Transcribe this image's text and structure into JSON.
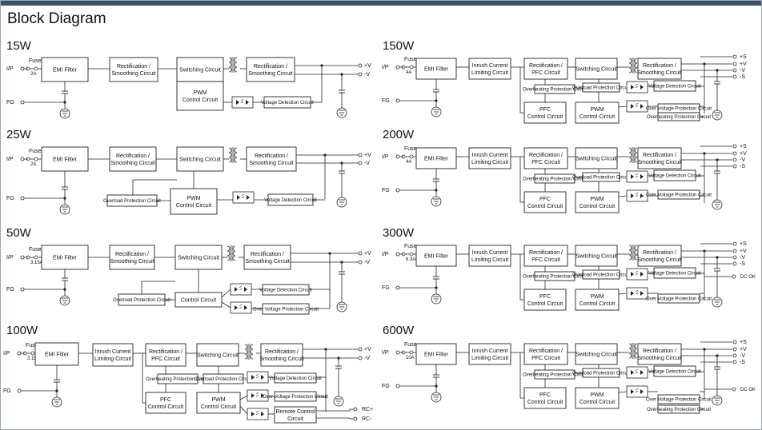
{
  "title": "Block Diagram",
  "labels": {
    "ip": "I/P",
    "fg": "FG",
    "fuse": "Fuse",
    "pv": "+V",
    "nv": "-V",
    "ps": "+S",
    "ns": "-S",
    "rcp": "RC+",
    "rcn": "RC-",
    "dcok": "DC OK"
  },
  "blocks": {
    "emi": "EMI Filter",
    "rect1": "Rectification /",
    "rect2": "Smoothing Circuit",
    "sw": "Switching Circuit",
    "pwm1": "PWM",
    "pwm2": "Control Circuit",
    "control": "Control Circuit",
    "vdc": "Voltage Detection Circuit",
    "ovp": "Overload Protection Circuit",
    "ovv": "Over Voltage Protection Circuit",
    "ohp": "Overheating Protection Circuit",
    "inr1": "Inrush Current",
    "inr2": "Limiting Circuit",
    "rpfc1": "Rectification /",
    "rpfc2": "PFC Circuit",
    "pfc1": "PFC",
    "pfc2": "Control Circuit",
    "rc1": "Remote Control",
    "rc2": "Circuit"
  },
  "sections": [
    {
      "id": "15W",
      "title": "15W",
      "fuse": "2A"
    },
    {
      "id": "25W",
      "title": "25W",
      "fuse": "2A"
    },
    {
      "id": "50W",
      "title": "50W",
      "fuse": "3.15A"
    },
    {
      "id": "100W",
      "title": "100W",
      "fuse": "3.15A"
    },
    {
      "id": "150W",
      "title": "150W",
      "fuse": "4A"
    },
    {
      "id": "200W",
      "title": "200W",
      "fuse": "4A"
    },
    {
      "id": "300W",
      "title": "300W",
      "fuse": "6.3A"
    },
    {
      "id": "600W",
      "title": "600W",
      "fuse": "10A"
    }
  ]
}
